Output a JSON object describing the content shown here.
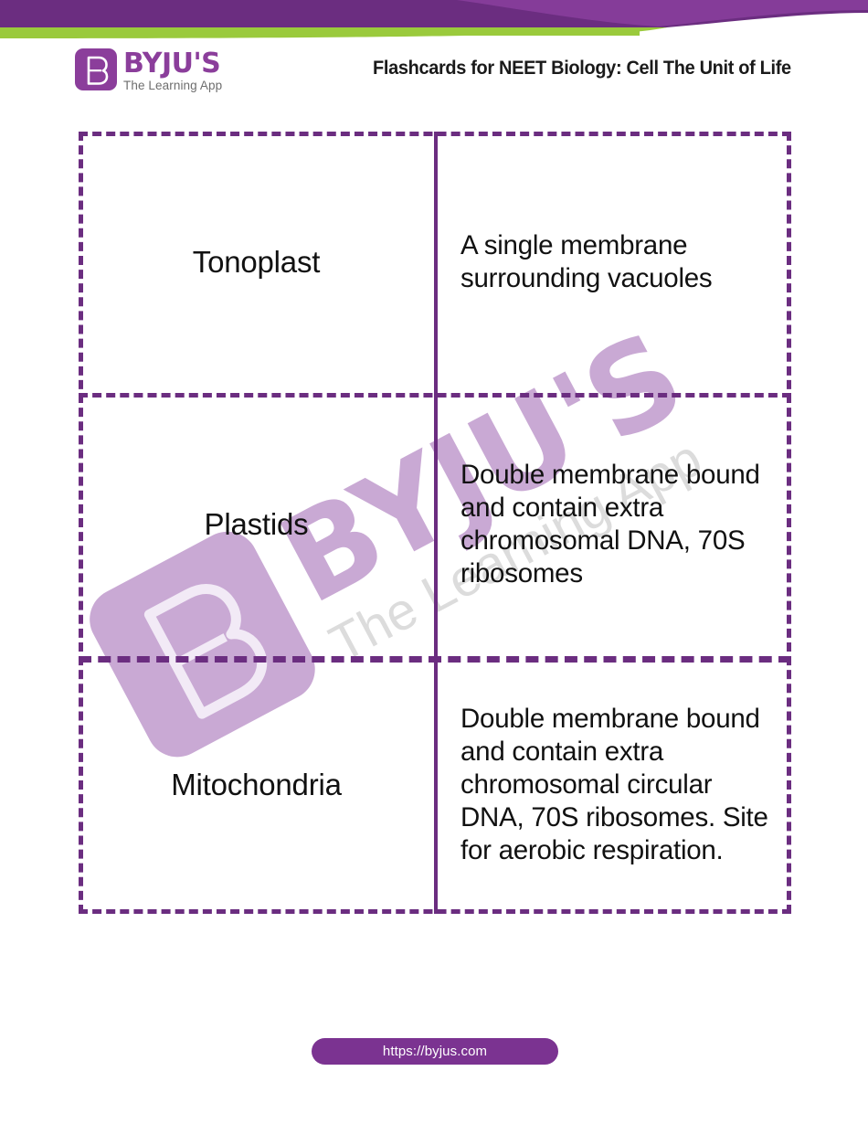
{
  "header": {
    "title": "Flashcards for NEET Biology: Cell The Unit of Life",
    "logo": {
      "wordmark": "BYJU'S",
      "tagline": "The Learning App",
      "icon": "byjus-b-icon"
    },
    "colors": {
      "banner_purple": "#6B2D80",
      "banner_purple_light": "#8A3F9E",
      "banner_green": "#9ACA3C"
    }
  },
  "watermark": {
    "wordmark": "BYJU'S",
    "tagline": "The Learning App",
    "color": "#C9A9D4"
  },
  "flashcards": {
    "border_color": "#6B2D80",
    "rows": [
      {
        "term": "Tonoplast",
        "definition": "A single membrane surrounding vacuoles"
      },
      {
        "term": "Plastids",
        "definition": "Double membrane bound and contain extra chromosomal DNA, 70S ribosomes"
      },
      {
        "term": "Mitochondria",
        "definition": "Double membrane bound and contain extra chromosomal circular DNA, 70S ribosomes. Site for aerobic respiration."
      }
    ]
  },
  "footer": {
    "url": "https://byjus.com",
    "background": "#7B3391"
  }
}
